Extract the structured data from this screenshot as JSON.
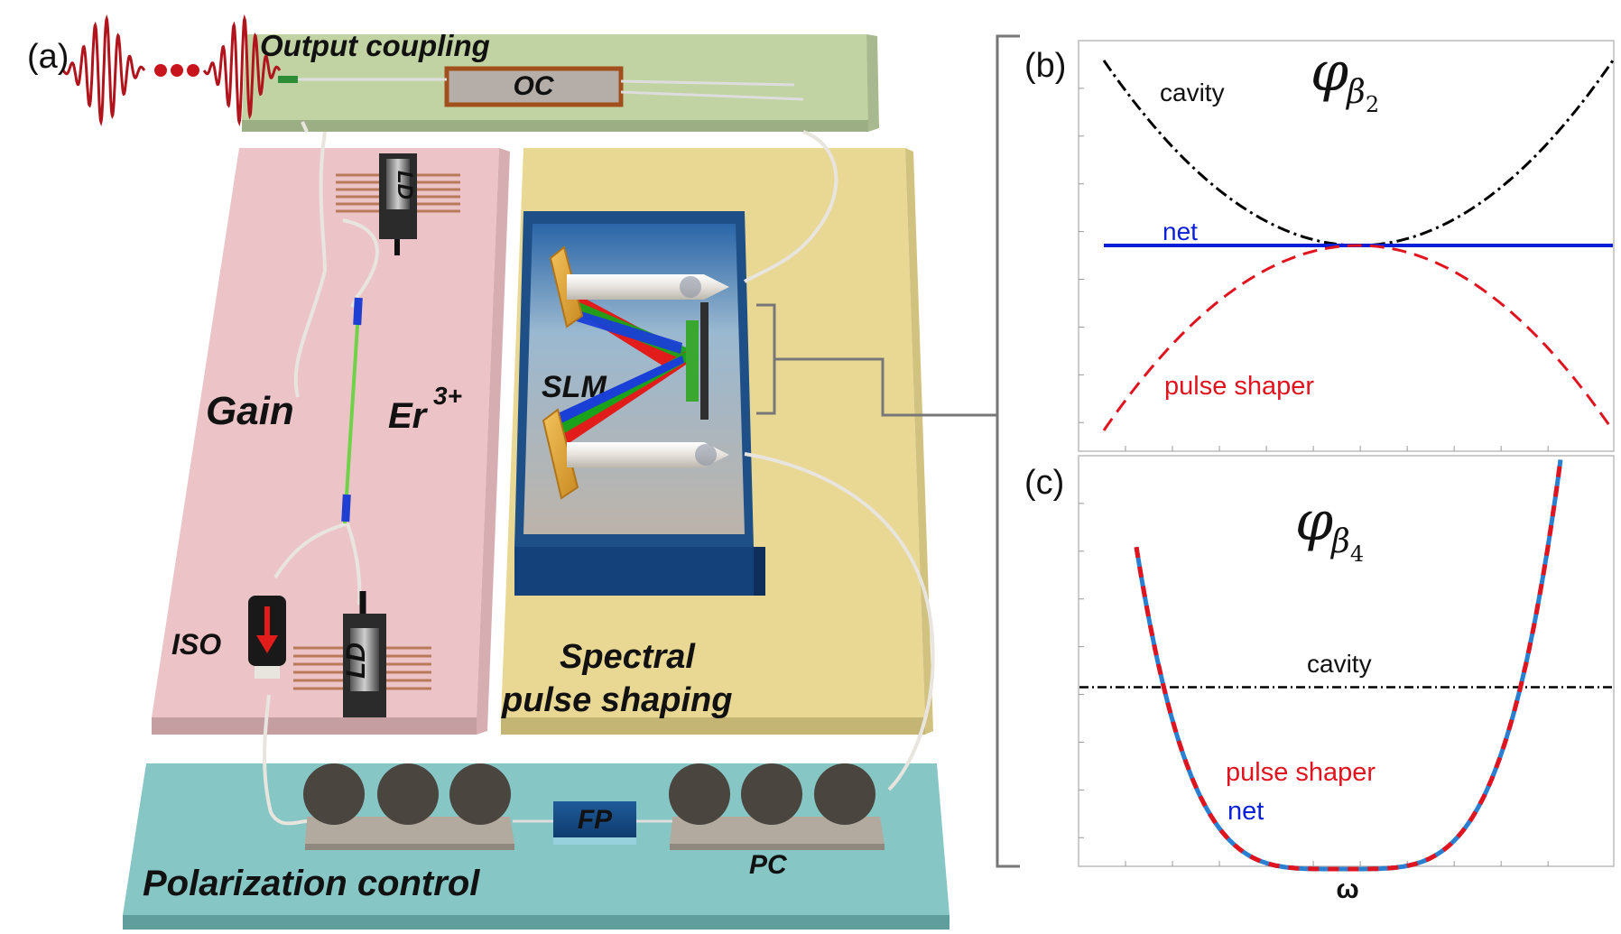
{
  "panel_a": {
    "label": "(a)",
    "pulse_dots": "•••",
    "output_coupling": "Output coupling",
    "oc": "OC",
    "gain": "Gain",
    "er": "Er",
    "er_sup": "3+",
    "ld_top": "LD",
    "ld_bottom": "LD",
    "iso": "ISO",
    "slm": "SLM",
    "spectral_line1": "Spectral",
    "spectral_line2": "pulse shaping",
    "fp": "FP",
    "pc": "PC",
    "polarization_control": "Polarization control",
    "colors": {
      "output_panel": "#c2d3a3",
      "gain_panel": "#ecc4c7",
      "spectral_panel": "#e8d894",
      "polarization_panel": "#86c7c6",
      "slm_box": "#1e4f86",
      "pulse": "#b0141c"
    }
  },
  "panel_b": {
    "label": "(b)",
    "phi_symbol": "φ",
    "phi_subscript_greek": "β",
    "phi_subscript_index": "2",
    "labels": {
      "cavity": "cavity",
      "net": "net",
      "pulse_shaper": "pulse shaper"
    }
  },
  "panel_c": {
    "label": "(c)",
    "phi_symbol": "φ",
    "phi_subscript_greek": "β",
    "phi_subscript_index": "4",
    "labels": {
      "cavity": "cavity",
      "pulse_shaper": "pulse shaper",
      "net": "net"
    },
    "xlabel": "ω"
  },
  "chart_data": [
    {
      "type": "line",
      "panel": "b",
      "x": [
        -1,
        -0.75,
        -0.5,
        -0.25,
        0,
        0.25,
        0.5,
        0.75,
        1
      ],
      "series": [
        {
          "name": "cavity",
          "style": "dash-dot",
          "color": "#000000",
          "values": [
            1,
            0.5625,
            0.25,
            0.0625,
            0,
            0.0625,
            0.25,
            0.5625,
            1
          ]
        },
        {
          "name": "net",
          "style": "solid",
          "color": "#0a1fd8",
          "values": [
            0,
            0,
            0,
            0,
            0,
            0,
            0,
            0,
            0
          ]
        },
        {
          "name": "pulse shaper",
          "style": "dashed",
          "color": "#e0141e",
          "values": [
            -1,
            -0.5625,
            -0.25,
            -0.0625,
            0,
            -0.0625,
            -0.25,
            -0.5625,
            -1
          ]
        }
      ],
      "grid": false
    },
    {
      "type": "line",
      "panel": "c",
      "xlabel": "ω",
      "x": [
        -1,
        -0.75,
        -0.5,
        -0.25,
        0,
        0.25,
        0.5,
        0.75,
        1
      ],
      "series": [
        {
          "name": "cavity",
          "style": "dash-dot",
          "color": "#000000",
          "values": [
            0.5,
            0.5,
            0.5,
            0.5,
            0.5,
            0.5,
            0.5,
            0.5,
            0.5
          ]
        },
        {
          "name": "pulse shaper",
          "style": "dashed",
          "color": "#e0141e",
          "values": [
            1,
            0.316,
            0.0625,
            0.0039,
            0,
            0.0039,
            0.0625,
            0.316,
            1
          ]
        },
        {
          "name": "net",
          "style": "solid",
          "color": "#2a7fd0",
          "values": [
            1,
            0.316,
            0.0625,
            0.0039,
            0,
            0.0039,
            0.0625,
            0.316,
            1
          ]
        }
      ],
      "grid": false
    }
  ]
}
